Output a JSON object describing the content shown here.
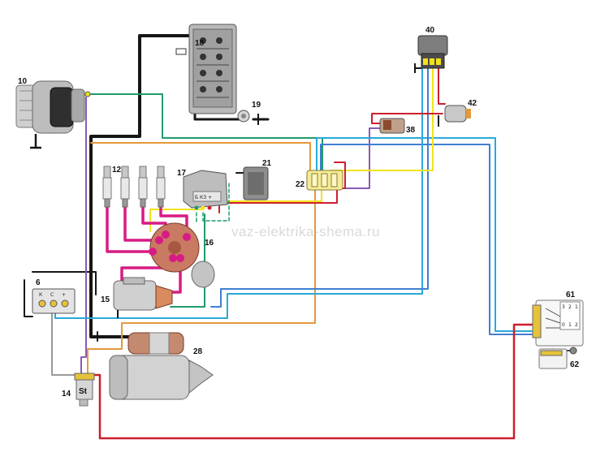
{
  "watermark": "vaz-elektrika-shema.ru",
  "components": {
    "alternator": {
      "number": "10"
    },
    "spark_plugs": {
      "number": "12"
    },
    "voltage_regulator_switch": {
      "number": "6",
      "terminals": [
        "К",
        "С",
        "+"
      ]
    },
    "starter_relay": {
      "number": "14",
      "mark": "St"
    },
    "ignition_coil": {
      "number": "15"
    },
    "distributor": {
      "number": "16"
    },
    "commutator": {
      "number": "17",
      "terminals": "Б  КЗ  +"
    },
    "battery": {
      "number": "18"
    },
    "sensor": {
      "number": "19"
    },
    "ignition_unit": {
      "number": "21"
    },
    "fuse_block": {
      "number": "22"
    },
    "starter": {
      "number": "28"
    },
    "relay": {
      "number": "38"
    },
    "instrument_unit": {
      "number": "40"
    },
    "light": {
      "number": "42"
    },
    "ignition_switch": {
      "number": "61",
      "contacts": [
        "3",
        "2",
        "1",
        "0",
        "1",
        "2"
      ]
    },
    "key_connector": {
      "number": "62"
    }
  },
  "colors": {
    "black": "#161616",
    "red": "#cc1f2d",
    "pink": "#d81b84",
    "green": "#1f9c6b",
    "blue": "#3f7fd0",
    "cyan": "#29a9d6",
    "orange": "#e39a3b",
    "yellow": "#f2e31a",
    "violet": "#8a5ab5",
    "grey": "#9a9a9a",
    "brown": "#8b4a2f"
  }
}
